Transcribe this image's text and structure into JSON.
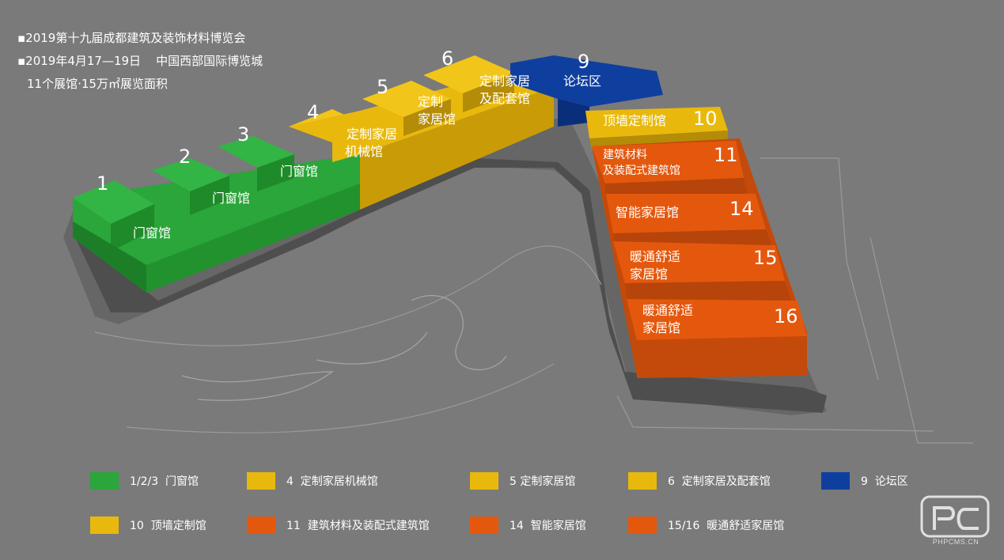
{
  "header": {
    "line1": "▪2019第十九届成都建筑及装饰材料博览会",
    "line2": "▪2019年4月17—19日    中国西部国际博览城",
    "line3": "11个展馆·15万㎡展览面积"
  },
  "colors": {
    "green": "#2aa63a",
    "yellow": "#e8b90c",
    "blue": "#0f3f9e",
    "orange": "#e4580e",
    "background": "#7a7a7a"
  },
  "halls": {
    "h1": {
      "num": "1",
      "name": "门窗馆"
    },
    "h2": {
      "num": "2",
      "name": "门窗馆"
    },
    "h3": {
      "num": "3",
      "name": "门窗馆"
    },
    "h4": {
      "num": "4",
      "name_line1": "定制家居",
      "name_line2": "机械馆"
    },
    "h5": {
      "num": "5",
      "name_line1": "定制",
      "name_line2": "家居馆"
    },
    "h6": {
      "num": "6",
      "name_line1": "定制家居",
      "name_line2": "及配套馆"
    },
    "h9": {
      "num": "9",
      "name": "论坛区"
    },
    "h10": {
      "num": "10",
      "name": "顶墙定制馆"
    },
    "h11": {
      "num": "11",
      "name_line1": "建筑材料",
      "name_line2": "及装配式建筑馆"
    },
    "h14": {
      "num": "14",
      "name": "智能家居馆"
    },
    "h15": {
      "num": "15",
      "name_line1": "暖通舒适",
      "name_line2": "家居馆"
    },
    "h16": {
      "num": "16",
      "name_line1": "暖通舒适",
      "name_line2": "家居馆"
    }
  },
  "legend": [
    {
      "label": "1/2/3  门窗馆",
      "color": "green"
    },
    {
      "label": "4  定制家居机械馆",
      "color": "yellow"
    },
    {
      "label": "5 定制家居馆",
      "color": "yellow"
    },
    {
      "label": "6  定制家居及配套馆",
      "color": "yellow"
    },
    {
      "label": "9  论坛区",
      "color": "blue"
    },
    {
      "label": "10  顶墙定制馆",
      "color": "yellow"
    },
    {
      "label": "11  建筑材料及装配式建筑馆",
      "color": "orange"
    },
    {
      "label": "14  智能家居馆",
      "color": "orange"
    },
    {
      "label": "15/16  暖通舒适家居馆",
      "color": "orange"
    }
  ],
  "watermark": {
    "text": "PHPCMS.CN",
    "logo": "pc-logo"
  }
}
